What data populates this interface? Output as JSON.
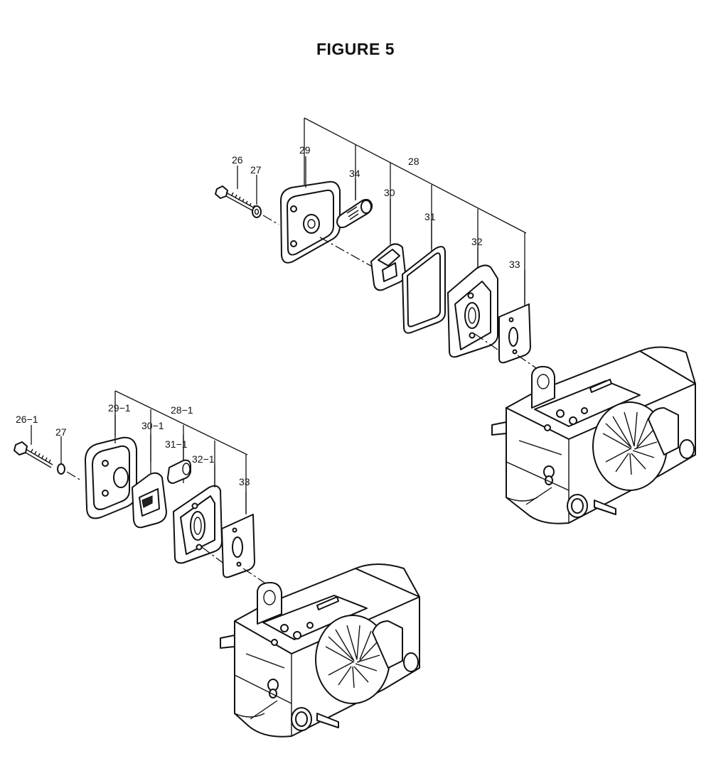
{
  "figure": {
    "title": "FIGURE 5"
  },
  "callouts": {
    "upper": {
      "c26": "26",
      "c27": "27",
      "c29": "29",
      "c34": "34",
      "c28": "28",
      "c30": "30",
      "c31": "31",
      "c32": "32",
      "c33": "33"
    },
    "lower": {
      "c26_1": "26−1",
      "c27": "27",
      "c29_1": "29−1",
      "c30_1": "30−1",
      "c28_1": "28−1",
      "c31_1": "31−1",
      "c32_1": "32−1",
      "c33": "33"
    }
  }
}
